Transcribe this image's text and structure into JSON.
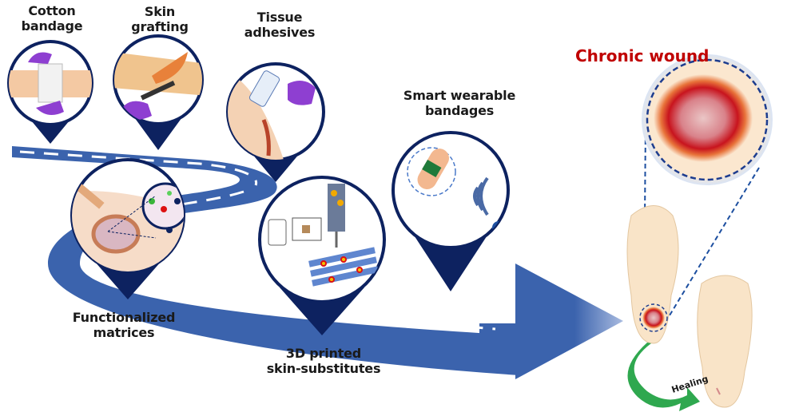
{
  "figure": {
    "title": "Chronic wound",
    "colors": {
      "road": "#3b63ad",
      "pin_border": "#0d2260",
      "title_red": "#c00000",
      "skin": "#f7ddb8",
      "glove": "#8e3fd1",
      "healing_arrow": "#2fa84f",
      "wound_red": "#c8141e"
    }
  },
  "stages": [
    {
      "id": "cotton-bandage",
      "label_line1": "Cotton",
      "label_line2": "bandage",
      "icon": "bandaged-wrist-icon"
    },
    {
      "id": "skin-grafting",
      "label_line1": "Skin",
      "label_line2": "grafting",
      "icon": "skin-graft-icon"
    },
    {
      "id": "tissue-adhesives",
      "label_line1": "Tissue",
      "label_line2": "adhesives",
      "icon": "adhesive-applicator-icon"
    },
    {
      "id": "functionalized-matrices",
      "label_line1": "Functionalized",
      "label_line2": "matrices",
      "icon": "cell-matrix-icon"
    },
    {
      "id": "3d-printed",
      "label_line1": "3D printed",
      "label_line2": "skin-substitutes",
      "icon": "bioprinter-icon"
    },
    {
      "id": "smart-bandages",
      "label_line1": "Smart wearable",
      "label_line2": "bandages",
      "icon": "smart-bandage-icon"
    }
  ],
  "healing": {
    "label": "Healing"
  }
}
